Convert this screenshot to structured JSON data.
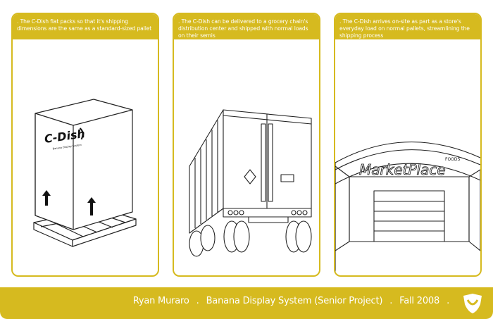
{
  "panels": [
    {
      "caption": ". The C-Dish flat packs so that it's shipping dimensions are the same as a standard-sized pallet",
      "box_logo": "C-Dish",
      "box_subtitle": "Banana Display System"
    },
    {
      "caption": ". The C-Dish can be delivered to a grocery chain's distribution center and shipped with normal loads on their semis"
    },
    {
      "caption": ". The C-Dish arrives on-site as part as a store's everyday load on normal pallets, streamlining the shipping process",
      "store_sign": "MarketPlace",
      "store_sign_small": "FOODS"
    }
  ],
  "footer": {
    "author": "Ryan Muraro",
    "project": "Banana Display System (Senior Project)",
    "date": "Fall 2008",
    "sep": "."
  },
  "colors": {
    "accent": "#d6ba1f",
    "text_on_accent": "#ffffff",
    "line": "#222222"
  }
}
